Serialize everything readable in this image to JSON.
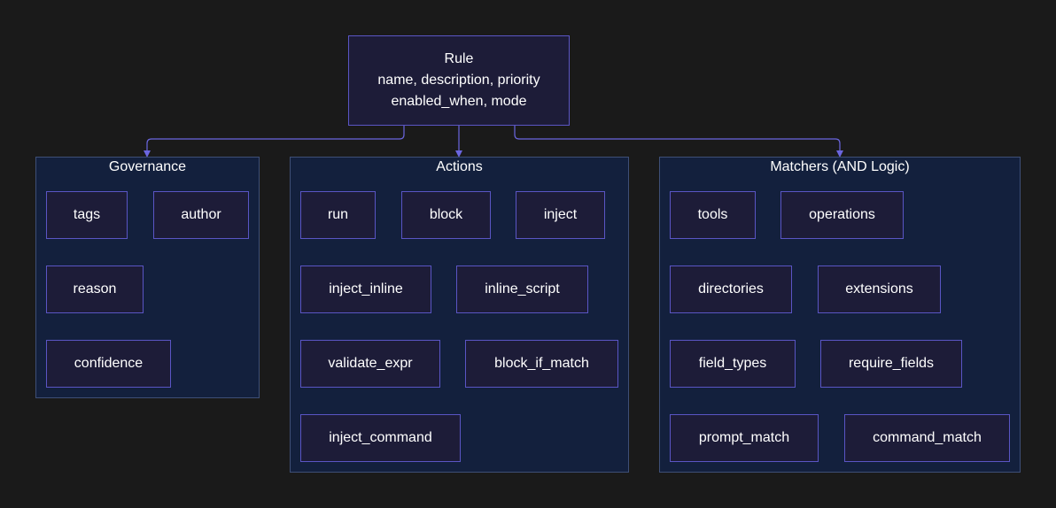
{
  "root": {
    "title": "Rule",
    "line1": "name, description, priority",
    "line2": "enabled_when, mode"
  },
  "groups": {
    "governance": {
      "title": "Governance",
      "items": [
        "tags",
        "author",
        "reason",
        "confidence"
      ]
    },
    "actions": {
      "title": "Actions",
      "items": [
        "run",
        "block",
        "inject",
        "inject_inline",
        "inline_script",
        "validate_expr",
        "block_if_match",
        "inject_command"
      ]
    },
    "matchers": {
      "title": "Matchers (AND Logic)",
      "items": [
        "tools",
        "operations",
        "directories",
        "extensions",
        "field_types",
        "require_fields",
        "prompt_match",
        "command_match"
      ]
    }
  },
  "colors": {
    "background": "#1a1a1a",
    "node_fill": "#1d1c38",
    "node_border": "#5a55c4",
    "group_fill": "#13203d",
    "group_border": "#3e4f76",
    "edge": "#6b66e0"
  }
}
